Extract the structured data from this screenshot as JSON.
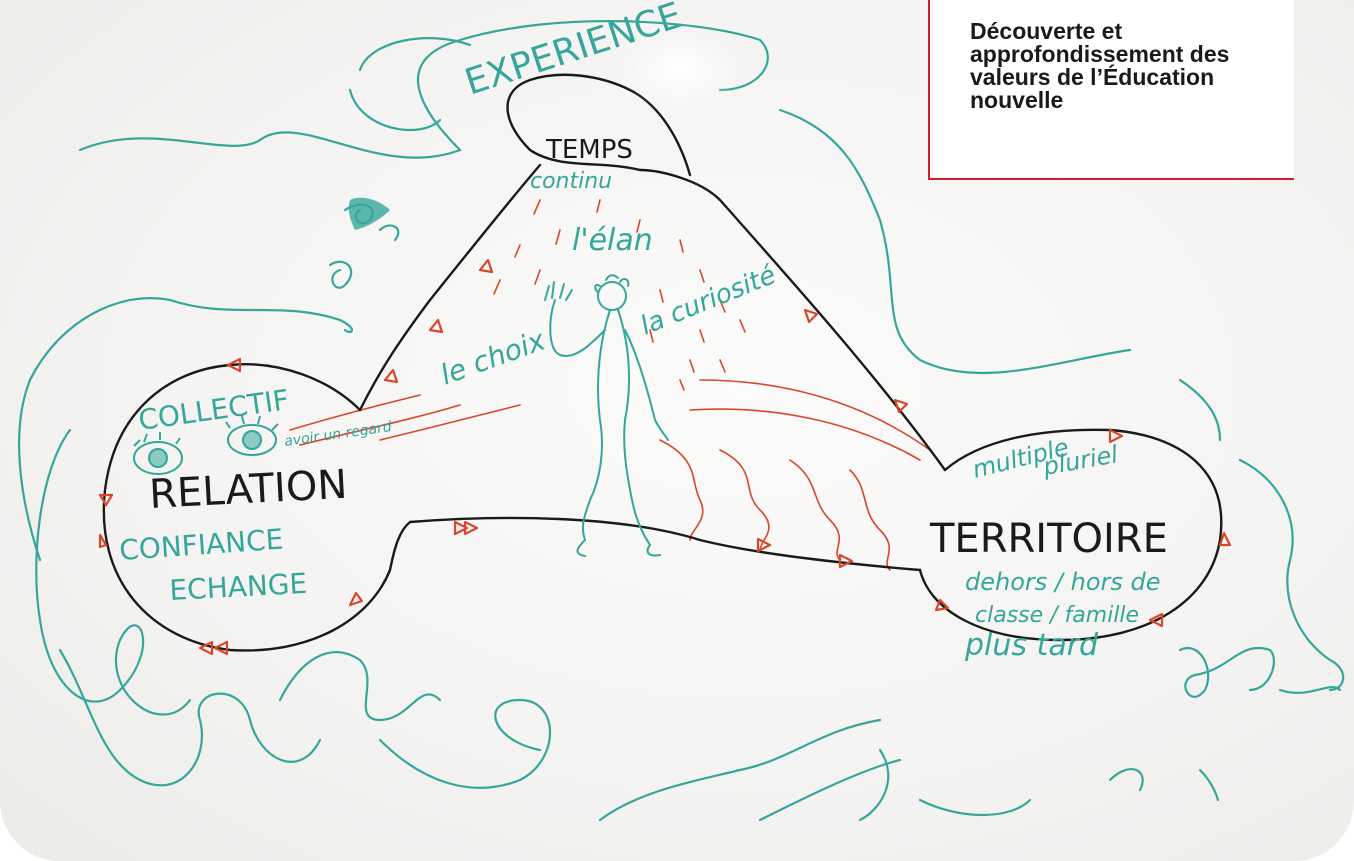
{
  "header": {
    "title": "Découverte et approfondissement des valeurs de l’Éducation nouvelle"
  },
  "diagram": {
    "nodes": {
      "relation": {
        "title": "RELATION",
        "top_label": "COLLECTIF",
        "side_note": "avoir un regard",
        "bottom_labels": [
          "CONFIANCE",
          "ECHANGE"
        ]
      },
      "temps": {
        "title": "TEMPS",
        "sub_label": "continu",
        "outer_label": "EXPERIENCE"
      },
      "territoire": {
        "title": "TERRITOIRE",
        "top_labels": [
          "multiple",
          "pluriel"
        ],
        "bottom_labels": [
          "dehors / hors de",
          "classe / famille",
          "plus tard"
        ]
      }
    },
    "center_labels": [
      "l'élan",
      "le choix",
      "la curiosité"
    ]
  },
  "colors": {
    "green_marker": "#35a79a",
    "black_marker": "#1a1a1a",
    "red_marker": "#d9472b",
    "title_rule": "#d61c2b"
  }
}
